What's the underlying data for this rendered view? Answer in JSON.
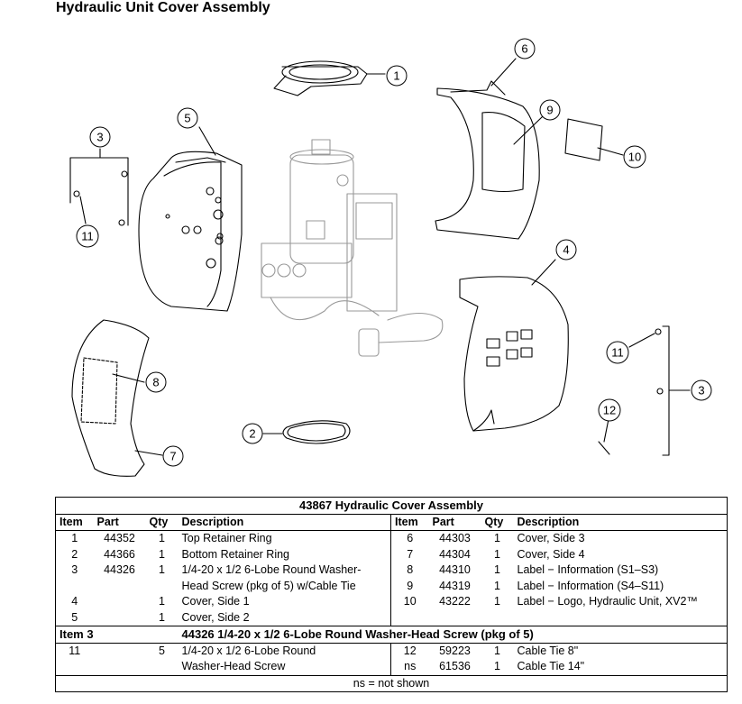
{
  "title": "Hydraulic Unit Cover Assembly",
  "callouts": [
    "1",
    "2",
    "3",
    "3",
    "4",
    "5",
    "6",
    "7",
    "8",
    "9",
    "10",
    "11",
    "11",
    "12"
  ],
  "table": {
    "title": "43867  Hydraulic Cover Assembly",
    "headers": [
      "Item",
      "Part",
      "Qty",
      "Description",
      "Item",
      "Part",
      "Qty",
      "Description"
    ],
    "left_rows": [
      {
        "item": "1",
        "part": "44352",
        "qty": "1",
        "desc": "Top Retainer Ring"
      },
      {
        "item": "2",
        "part": "44366",
        "qty": "1",
        "desc": "Bottom Retainer Ring"
      },
      {
        "item": "3",
        "part": "44326",
        "qty": "1",
        "desc": "1/4-20 x 1/2 6-Lobe Round Washer-",
        "desc2": "Head Screw (pkg of 5) w/Cable Tie"
      },
      {
        "item": "4",
        "part": "",
        "qty": "1",
        "desc": "Cover, Side 1"
      },
      {
        "item": "5",
        "part": "",
        "qty": "1",
        "desc": "Cover, Side 2"
      }
    ],
    "right_rows": [
      {
        "item": "6",
        "part": "44303",
        "qty": "1",
        "desc": "Cover, Side 3"
      },
      {
        "item": "7",
        "part": "44304",
        "qty": "1",
        "desc": "Cover, Side 4"
      },
      {
        "item": "8",
        "part": "44310",
        "qty": "1",
        "desc": "Label − Information (S1–S3)"
      },
      {
        "item": "9",
        "part": "44319",
        "qty": "1",
        "desc": "Label − Information (S4–S11)"
      },
      {
        "item": "10",
        "part": "43222",
        "qty": "1",
        "desc": "Label − Logo, Hydraulic Unit, XV2™"
      }
    ],
    "section": {
      "label": "Item 3",
      "title": "44326  1/4-20 x 1/2 6-Lobe Round Washer-Head Screw (pkg of 5)"
    },
    "section_left": {
      "item": "11",
      "part": "",
      "qty": "5",
      "desc": "1/4-20 x 1/2 6-Lobe Round",
      "desc2": "Washer-Head Screw"
    },
    "section_right": [
      {
        "item": "12",
        "part": "59223",
        "qty": "1",
        "desc": "Cable Tie 8\""
      },
      {
        "item": "ns",
        "part": "61536",
        "qty": "1",
        "desc": "Cable Tie 14\""
      }
    ],
    "footnote": "ns = not shown"
  }
}
